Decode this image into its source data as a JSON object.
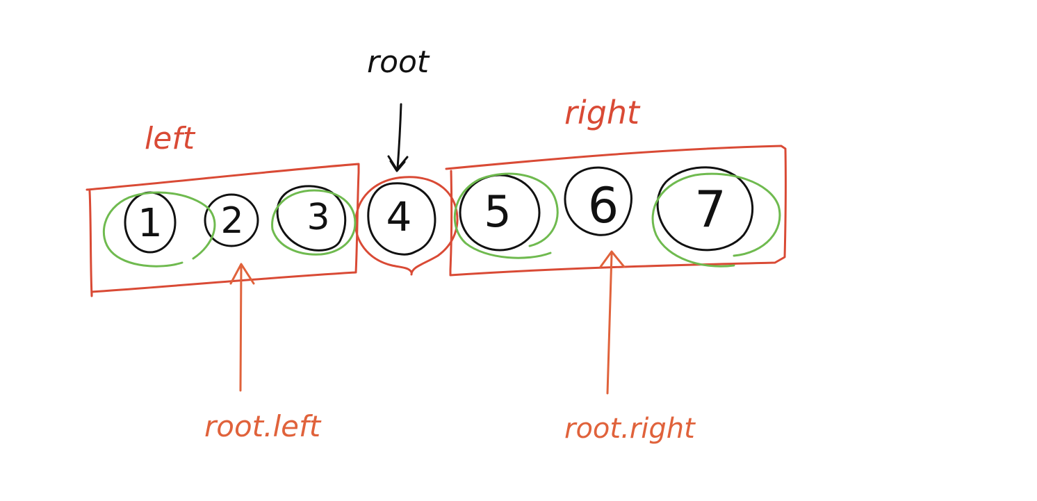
{
  "root_label": "root",
  "left_label": "left",
  "right_label": "right",
  "root_left_label": "root.left",
  "root_right_label": "root.right",
  "nodes": [
    "1",
    "2",
    "3",
    "4",
    "5",
    "6",
    "7"
  ],
  "colors": {
    "ink": "#111111",
    "red": "#d94a35",
    "orange": "#e0623b",
    "green": "#6fba4f",
    "background": "#ffffff"
  }
}
